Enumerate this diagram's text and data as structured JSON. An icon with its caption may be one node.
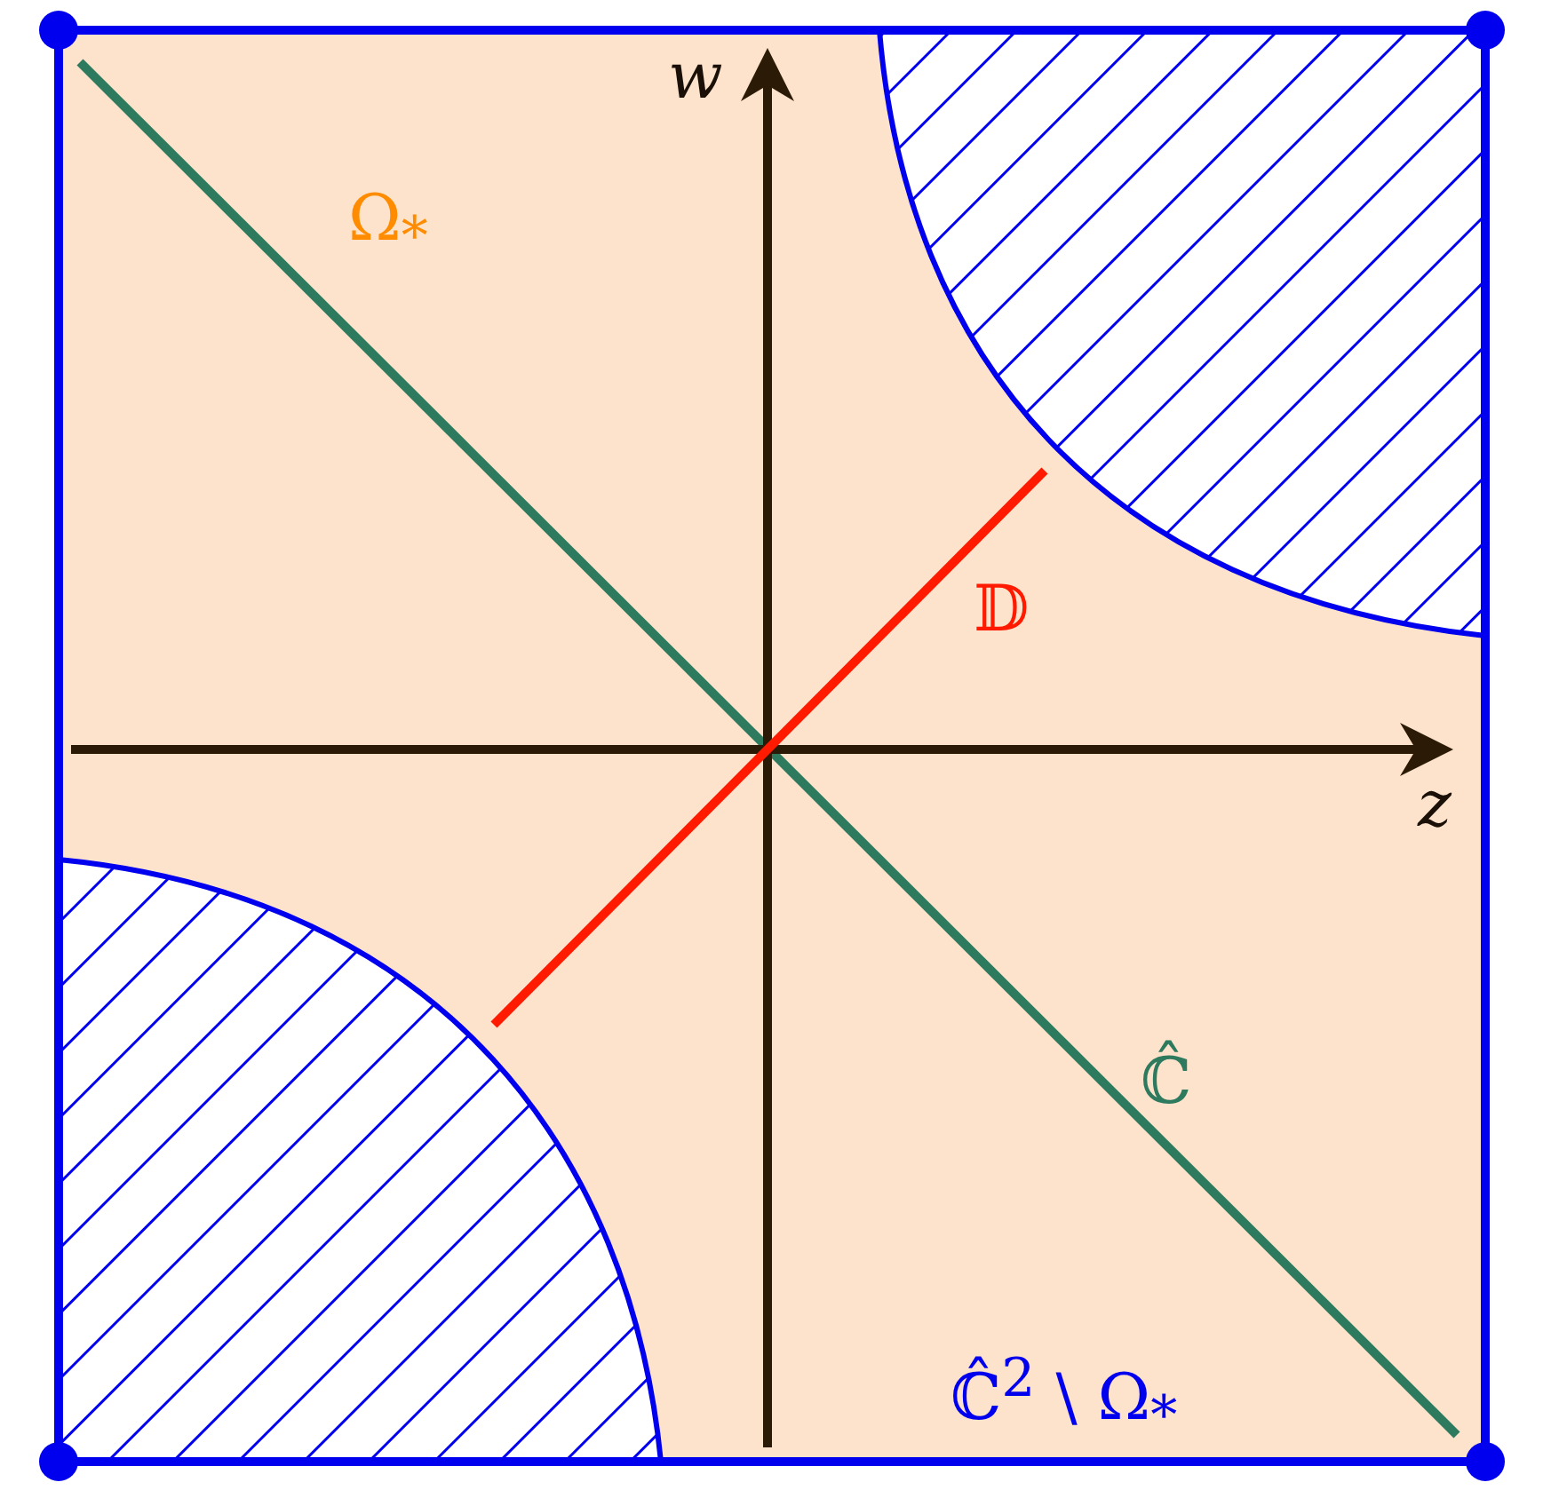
{
  "diagram": {
    "labels": [
      "w",
      "Ω$_{*}$",
      "𝔻",
      "z",
      "ℂ̂",
      "ℂ̂$^{2}$ \\ Ω$_{*}$"
    ]
  }
}
